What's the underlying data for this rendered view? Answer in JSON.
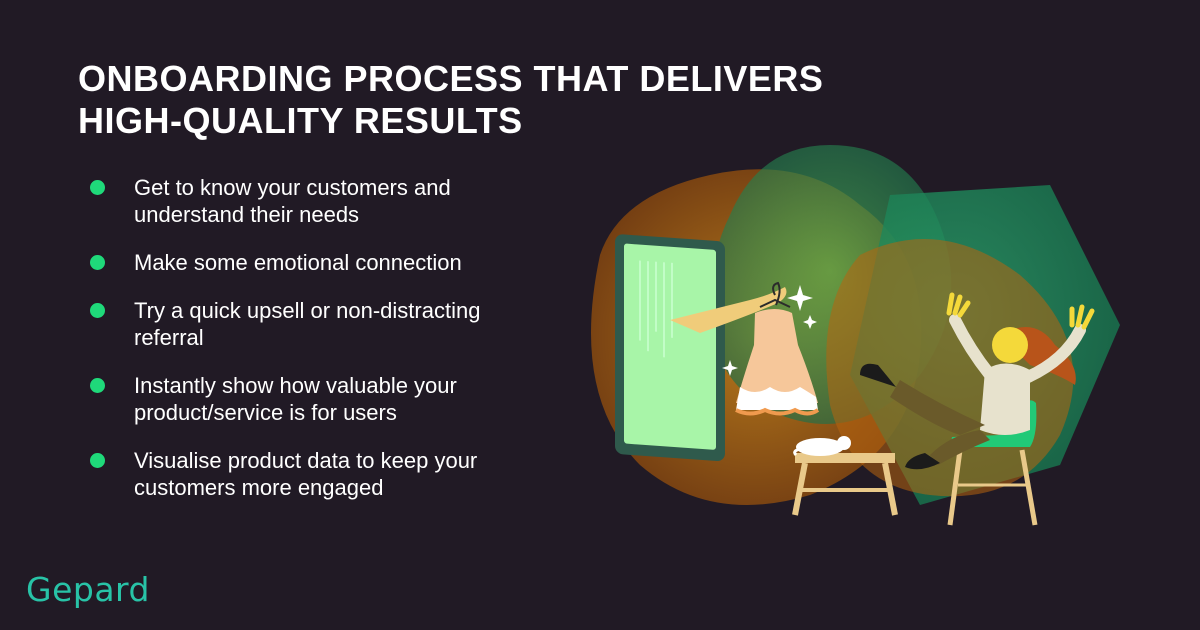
{
  "headline": {
    "line1": "ONBOARDING PROCESS THAT DELIVERS",
    "line2": "HIGH-QUALITY RESULTS"
  },
  "bullets": [
    "Get to know your customers and\nunderstand their needs",
    "Make some emotional connection",
    "Try a quick upsell or non-distracting\nreferral",
    "Instantly show how valuable your\n product/service is for users",
    "Visualise product data to keep your\ncustomers more engaged"
  ],
  "brand": {
    "logo_text": "Gepard"
  },
  "colors": {
    "background": "#211a25",
    "accent_green": "#1fd97a",
    "logo_teal": "#28c3a7",
    "illustration_orange": "#b8650f",
    "illustration_green": "#1d8a5a"
  },
  "illustration": {
    "icons": [
      "tablet-screen-icon",
      "hand-holding-dress-icon",
      "sparkle-icon",
      "woman-cheering-icon",
      "stool-icon",
      "chair-icon",
      "cat-icon"
    ]
  }
}
